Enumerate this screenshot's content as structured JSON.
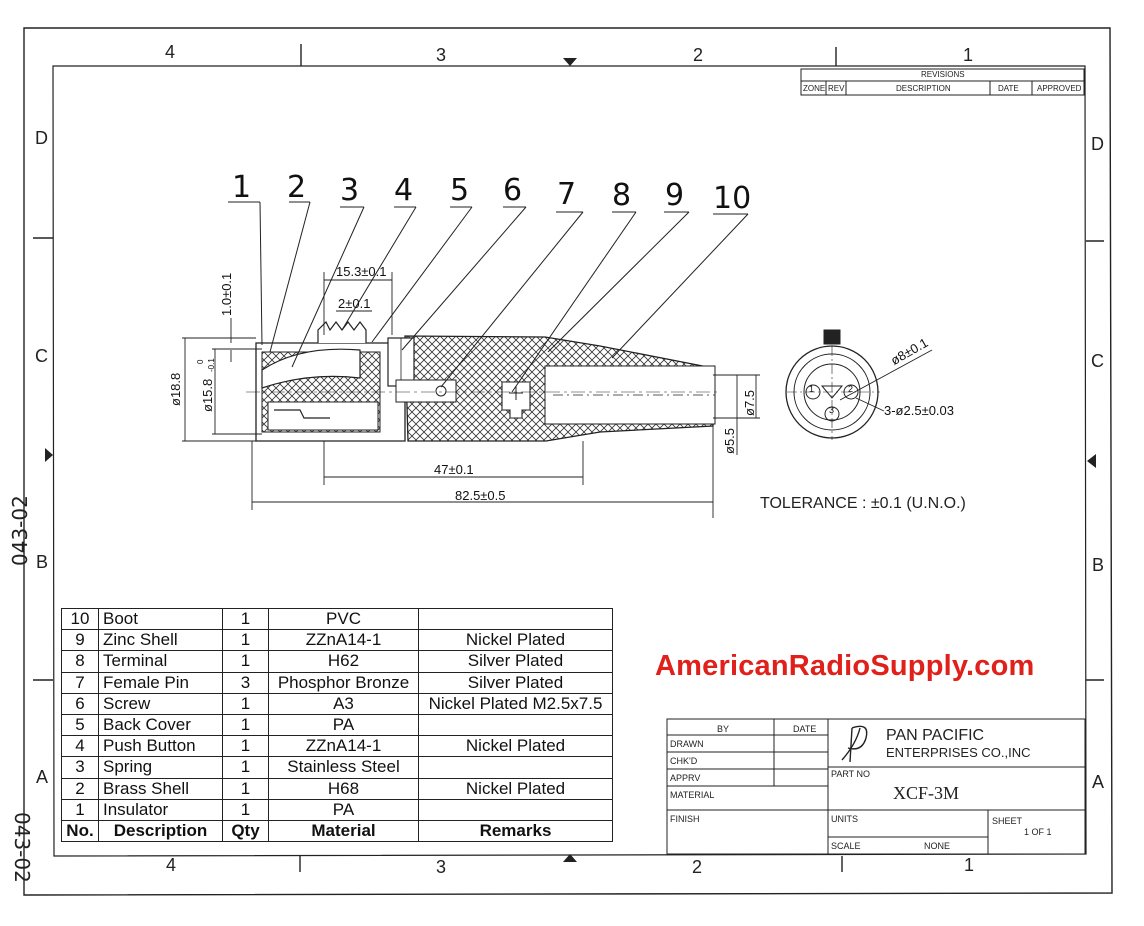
{
  "border": {
    "top_zones": [
      "4",
      "3",
      "2",
      "1"
    ],
    "bottom_zones": [
      "4",
      "3",
      "2",
      "1"
    ],
    "left_zones": [
      "D",
      "C",
      "B",
      "A"
    ],
    "right_zones": [
      "D",
      "C",
      "B",
      "A"
    ],
    "side_code": "043-02"
  },
  "revisions": {
    "title": "REVISIONS",
    "headers": [
      "ZONE",
      "REV",
      "DESCRIPTION",
      "DATE",
      "APPROVED"
    ]
  },
  "drawing": {
    "callouts": [
      "1",
      "2",
      "3",
      "4",
      "5",
      "6",
      "7",
      "8",
      "9",
      "10"
    ],
    "dims": {
      "d153": "15.3±0.1",
      "d2": "2±0.1",
      "d10": "1.0±0.1",
      "d188": "ø18.8",
      "d158": "ø15.8",
      "d158_tol_top": "0",
      "d158_tol_bot": "-0.1",
      "d47": "47±0.1",
      "d825": "82.5±0.5",
      "d75": "ø7.5",
      "d55": "ø5.5",
      "d8": "ø8±0.1",
      "holes": "3-ø2.5±0.03"
    },
    "end_view_pins": [
      "1",
      "2",
      "3"
    ],
    "tolerance": "TOLERANCE : ±0.1 (U.N.O.)"
  },
  "bom": {
    "header": [
      "No.",
      "Description",
      "Qty",
      "Material",
      "Remarks"
    ],
    "rows": [
      {
        "no": "10",
        "desc": "Boot",
        "qty": "1",
        "mat": "PVC",
        "rem": ""
      },
      {
        "no": "9",
        "desc": "Zinc Shell",
        "qty": "1",
        "mat": "ZZnA14-1",
        "rem": "Nickel Plated"
      },
      {
        "no": "8",
        "desc": "Terminal",
        "qty": "1",
        "mat": "H62",
        "rem": "Silver Plated"
      },
      {
        "no": "7",
        "desc": "Female Pin",
        "qty": "3",
        "mat": "Phosphor Bronze",
        "rem": "Silver Plated"
      },
      {
        "no": "6",
        "desc": "Screw",
        "qty": "1",
        "mat": "A3",
        "rem": "Nickel Plated M2.5x7.5"
      },
      {
        "no": "5",
        "desc": "Back Cover",
        "qty": "1",
        "mat": "PA",
        "rem": ""
      },
      {
        "no": "4",
        "desc": "Push Button",
        "qty": "1",
        "mat": "ZZnA14-1",
        "rem": "Nickel Plated"
      },
      {
        "no": "3",
        "desc": "Spring",
        "qty": "1",
        "mat": "Stainless Steel",
        "rem": ""
      },
      {
        "no": "2",
        "desc": "Brass Shell",
        "qty": "1",
        "mat": "H68",
        "rem": "Nickel Plated"
      },
      {
        "no": "1",
        "desc": "Insulator",
        "qty": "1",
        "mat": "PA",
        "rem": ""
      }
    ]
  },
  "brand_url": "AmericanRadioSupply.com",
  "title_block": {
    "by": "BY",
    "date": "DATE",
    "drawn": "DRAWN",
    "chkd": "CHK'D",
    "apprv": "APPRV",
    "material": "MATERIAL",
    "finish": "FINISH",
    "company1": "PAN PACIFIC",
    "company2": "ENTERPRISES  CO.,INC",
    "part_no_label": "PART NO",
    "part_no": "XCF-3M",
    "units": "UNITS",
    "sheet_label": "SHEET",
    "sheet": "1  OF  1",
    "scale_label": "SCALE",
    "scale": "NONE"
  }
}
